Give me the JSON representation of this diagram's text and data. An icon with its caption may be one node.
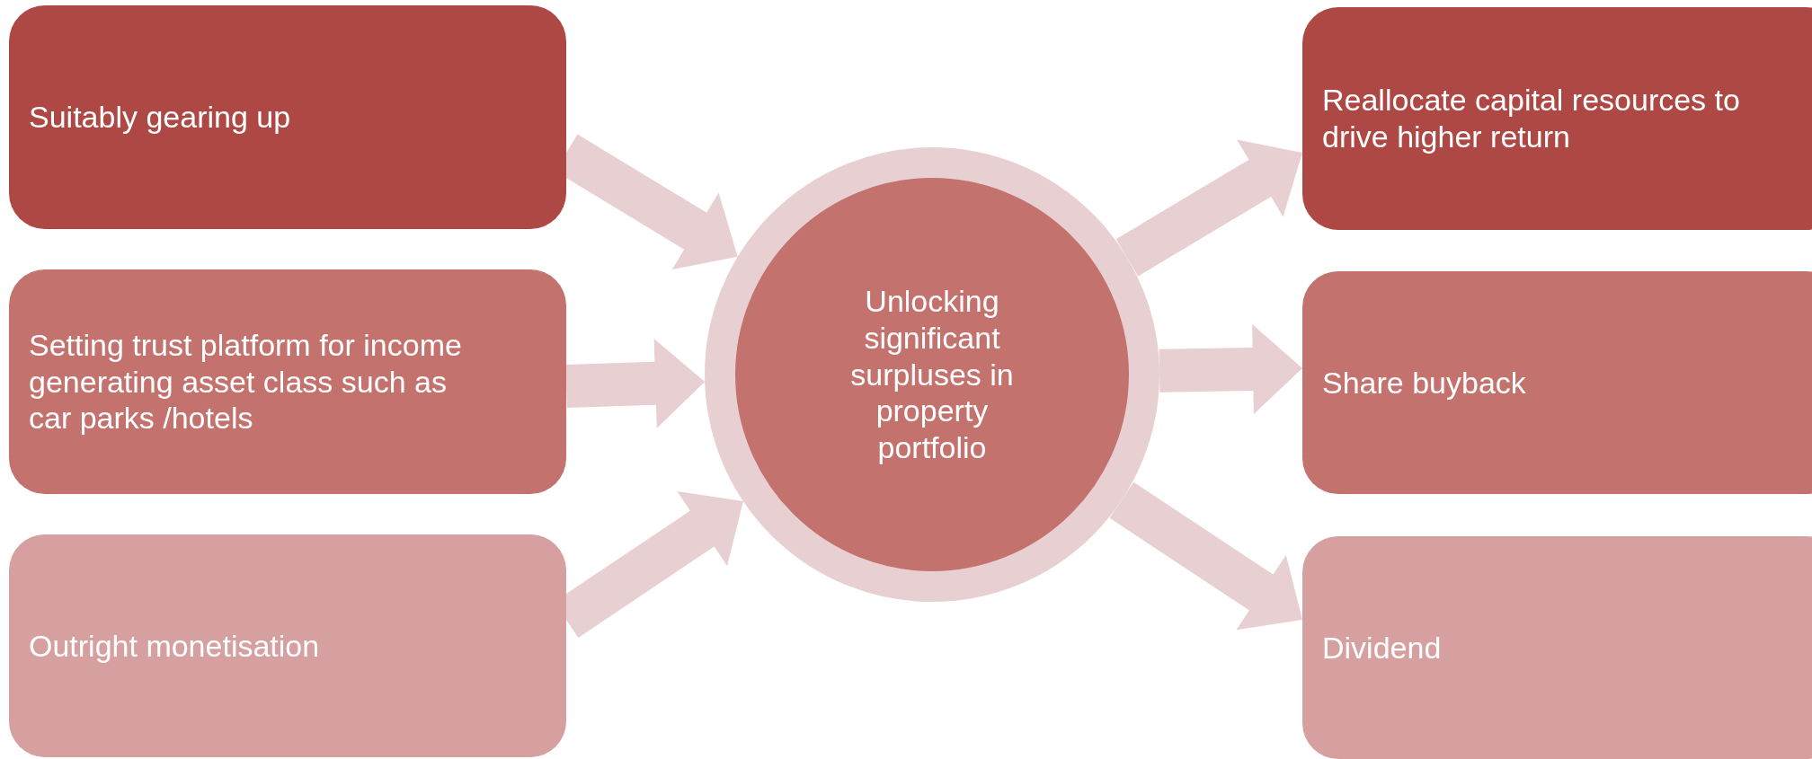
{
  "diagram": {
    "nodes": [
      {
        "text": [
          "Suitably gearing up"
        ]
      },
      {
        "text": [
          "Setting trust platform for income generating asset class such as car parks /hotels"
        ]
      },
      {
        "text": [
          "Outright monetisation"
        ]
      },
      {
        "text": [
          "Unlocking significant surpluses in property portfolio"
        ]
      },
      {
        "text": [
          "Reallocate capital resources to drive higher return"
        ]
      },
      {
        "text": [
          "Share buyback"
        ]
      },
      {
        "text": [
          "Dividend"
        ]
      }
    ],
    "edges": [
      {
        "from": 0,
        "to": 3,
        "arrow": "to"
      },
      {
        "from": 1,
        "to": 3,
        "arrow": "to"
      },
      {
        "from": 2,
        "to": 3,
        "arrow": "to"
      },
      {
        "from": 3,
        "to": 4,
        "arrow": "to"
      },
      {
        "from": 3,
        "to": 5,
        "arrow": "to"
      },
      {
        "from": 3,
        "to": 6,
        "arrow": "to"
      }
    ]
  }
}
